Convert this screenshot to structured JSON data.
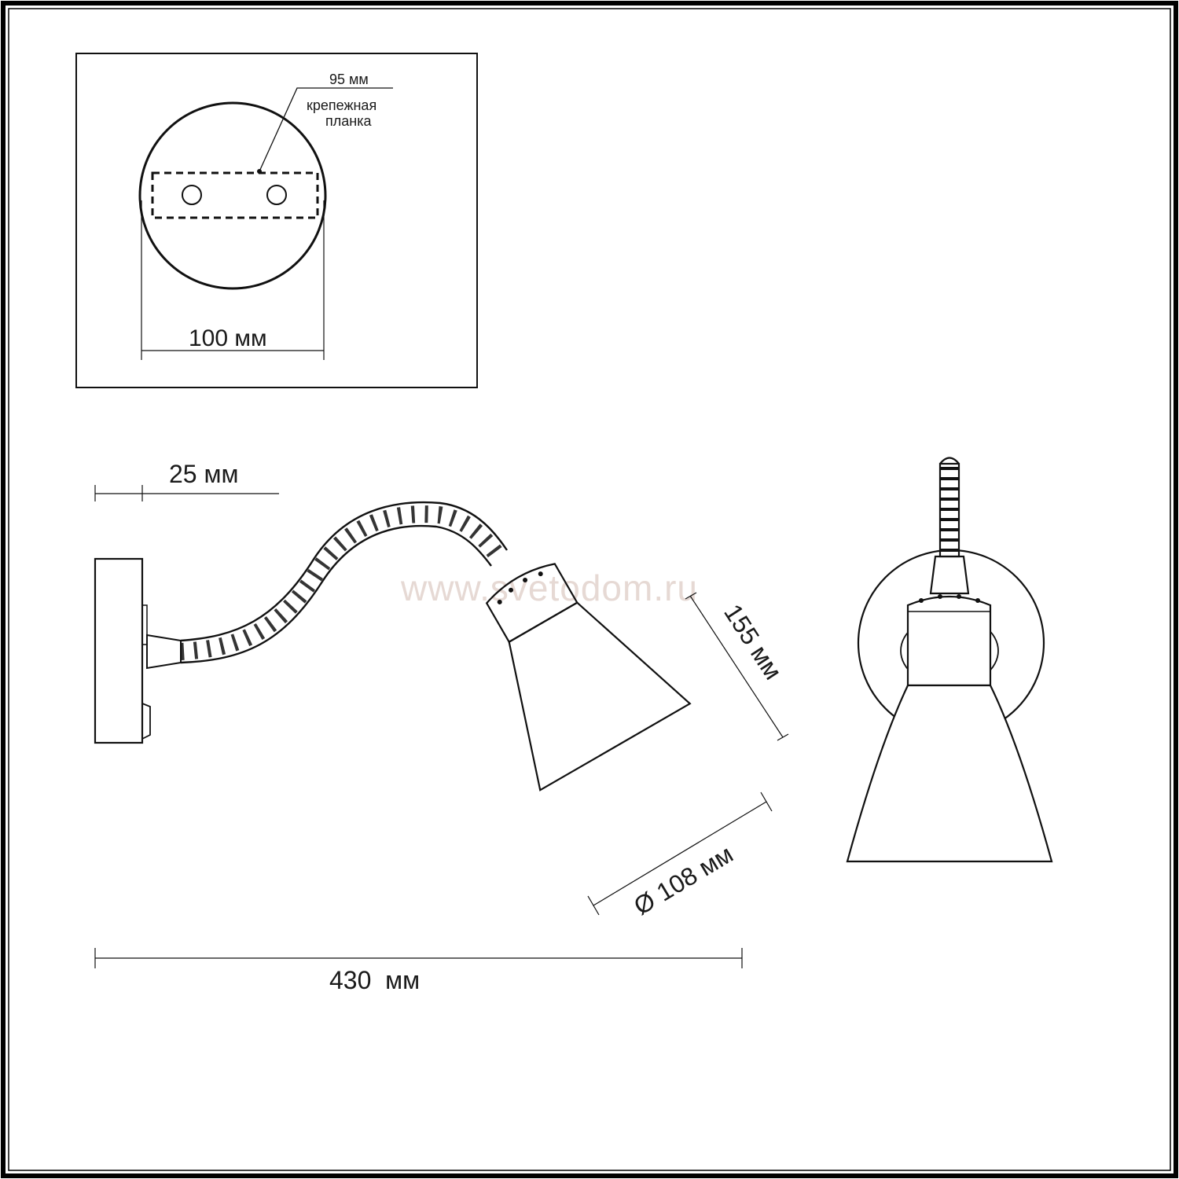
{
  "mount_plate": {
    "plate_width_label": "95 мм",
    "plate_name_line1": "крепежная",
    "plate_name_line2": "планка",
    "base_diameter_label": "100 мм"
  },
  "side_view": {
    "base_depth_label": "25 мм",
    "total_length_label": "430  мм",
    "shade_height_label": "155 мм",
    "shade_diameter_label": "Ø 108 мм"
  },
  "watermark": "www.svetodom.ru",
  "colors": {
    "line": "#111111",
    "watermark": "#e6d9d4"
  }
}
